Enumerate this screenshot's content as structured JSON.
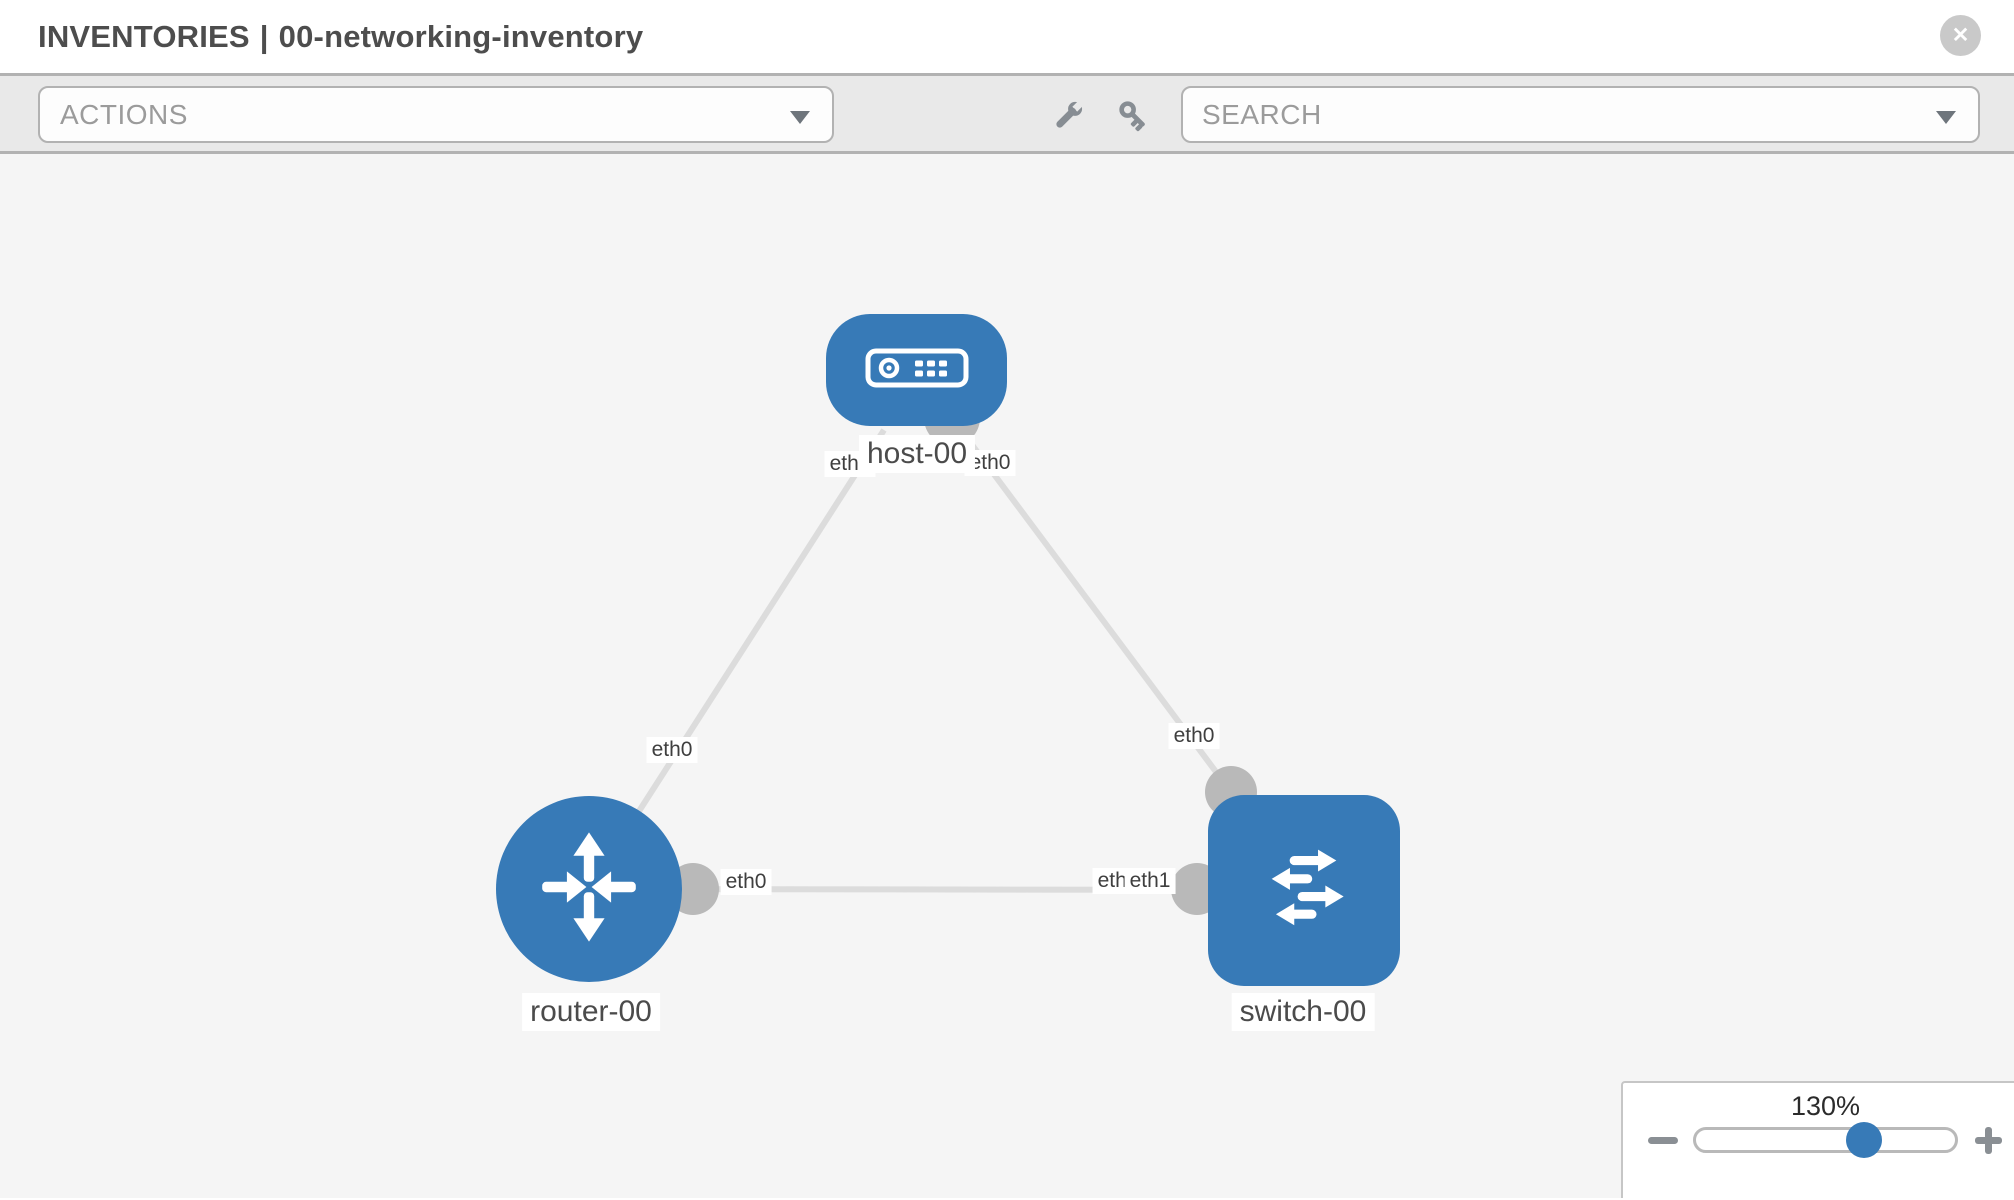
{
  "header": {
    "title": {
      "section": "INVENTORIES",
      "separator": "|",
      "name": "00-networking-inventory"
    },
    "close_icon": "✕"
  },
  "toolbar": {
    "actions_dropdown": {
      "placeholder": "ACTIONS"
    },
    "search_dropdown": {
      "placeholder": "SEARCH"
    },
    "icons": [
      "wrench-icon",
      "key-icon"
    ]
  },
  "canvas": {
    "nodes": [
      {
        "id": "host-00",
        "label": "host-00",
        "type": "host"
      },
      {
        "id": "router-00",
        "label": "router-00",
        "type": "router"
      },
      {
        "id": "switch-00",
        "label": "switch-00",
        "type": "switch"
      }
    ],
    "links": [
      {
        "from": "host-00",
        "to": "router-00",
        "from_interface": "eth0",
        "to_interface": "eth0"
      },
      {
        "from": "host-00",
        "to": "switch-00",
        "from_interface": "eth0",
        "to_interface": "eth0"
      },
      {
        "from": "router-00",
        "to": "switch-00",
        "from_interface": "eth0",
        "to_interface": "eth1"
      }
    ],
    "interface_labels": [
      {
        "text": "eth0",
        "link": "host-00 / router-00",
        "end": "host-00"
      },
      {
        "text": "eth0",
        "link": "host-00 / switch-00",
        "end": "host-00"
      },
      {
        "text": "eth0",
        "link": "host-00 / router-00",
        "end": "router-00"
      },
      {
        "text": "eth0",
        "link": "host-00 / switch-00",
        "end": "switch-00"
      },
      {
        "text": "eth0",
        "link": "router-00 / switch-00",
        "end": "router-00"
      },
      {
        "text": "eth0",
        "link": "router-00 / switch-00",
        "end": "switch-00"
      },
      {
        "text": "eth1",
        "link": "router-00 / switch-00",
        "end": "switch-00"
      }
    ],
    "colors": {
      "node_blue": "#377ab7",
      "link_gray": "#dcdcdc",
      "port_gray": "#b9b9b9",
      "canvas_bg": "#f5f5f5"
    }
  },
  "zoom_control": {
    "level": "130%",
    "decrease": "−",
    "increase": "+"
  }
}
